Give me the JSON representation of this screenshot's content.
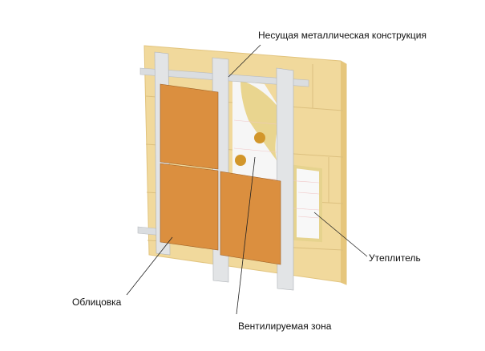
{
  "labels": {
    "structure": "Несущая металлическая конструкция",
    "insulation": "Утеплитель",
    "cladding": "Облицовка",
    "ventilated_zone": "Вентилируемая зона"
  },
  "colors": {
    "wall": "#f1d99c",
    "panel": "#db8f3f",
    "rail": "#d9dcdf",
    "insulation": "#f7f7f7"
  }
}
